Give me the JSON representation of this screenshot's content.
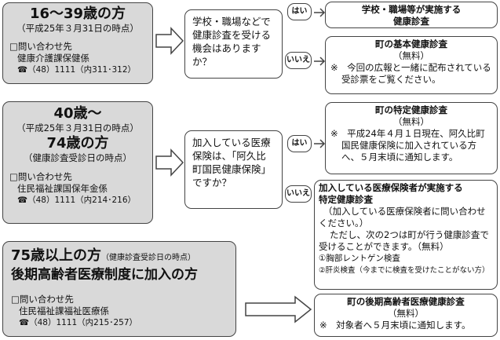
{
  "group1": {
    "title": "16〜39歳の方",
    "date_note": "（平成25年３月31日の時点）",
    "contact_label": "□問い合わせ先",
    "contact_dept": "健康介護課保健係",
    "contact_phone": "☎（48）1111（内311･312）"
  },
  "group2": {
    "title_a": "40歳〜",
    "date_note_a": "（平成25年３月31日の時点）",
    "title_b": "74歳の方",
    "date_note_b": "（健康診査受診日の時点）",
    "contact_label": "□問い合わせ先",
    "contact_dept": "住民福祉課国保年金係",
    "contact_phone": "☎（48）1111（内214･216）"
  },
  "group3": {
    "title_a": "75歳以上の方",
    "title_a_note": "（健康診査受診日の時点）",
    "title_b": "後期高齢者医療制度に加入の方",
    "contact_label": "□問い合わせ先",
    "contact_dept": "住民福祉課福祉医療係",
    "contact_phone": "☎（48）1111（内215･257）"
  },
  "question1": "学校・職場などで健康診査を受ける機会はありますか？",
  "question2": "加入している医療保険は、「阿久比町国民健康保険」ですか？",
  "tags": {
    "yes": "はい",
    "no": "いいえ"
  },
  "results": {
    "school": {
      "title_line1": "学校・職場等が実施する",
      "title_line2": "健康診査"
    },
    "basic": {
      "title": "町の基本健康診査",
      "fee": "（無料）",
      "note": "※　今回の広報と一緒に配布されている受診票をご覧ください。"
    },
    "specific": {
      "title": "町の特定健康診査",
      "fee": "（無料）",
      "note": "※　平成24年４月１日現在、阿久比町国民健康保険に加入されている方へ、５月末頃に通知します。"
    },
    "insurer": {
      "title_line1": "加入している医療保険者が実施する",
      "title_line2": "特定健康診査",
      "note1": "（加入している医療保険者に問い合わせください。）",
      "note2": "ただし、次の2つは町が行う健康診査で受けることができます。（無料）",
      "item1": "①胸部レントゲン検査",
      "item2": "②肝炎検査（今までに検査を受けたことがない方）"
    },
    "elderly": {
      "title": "町の後期高齢者医療健康診査",
      "fee": "（無料）",
      "note": "※　対象者へ５月末頃に通知します。"
    }
  }
}
